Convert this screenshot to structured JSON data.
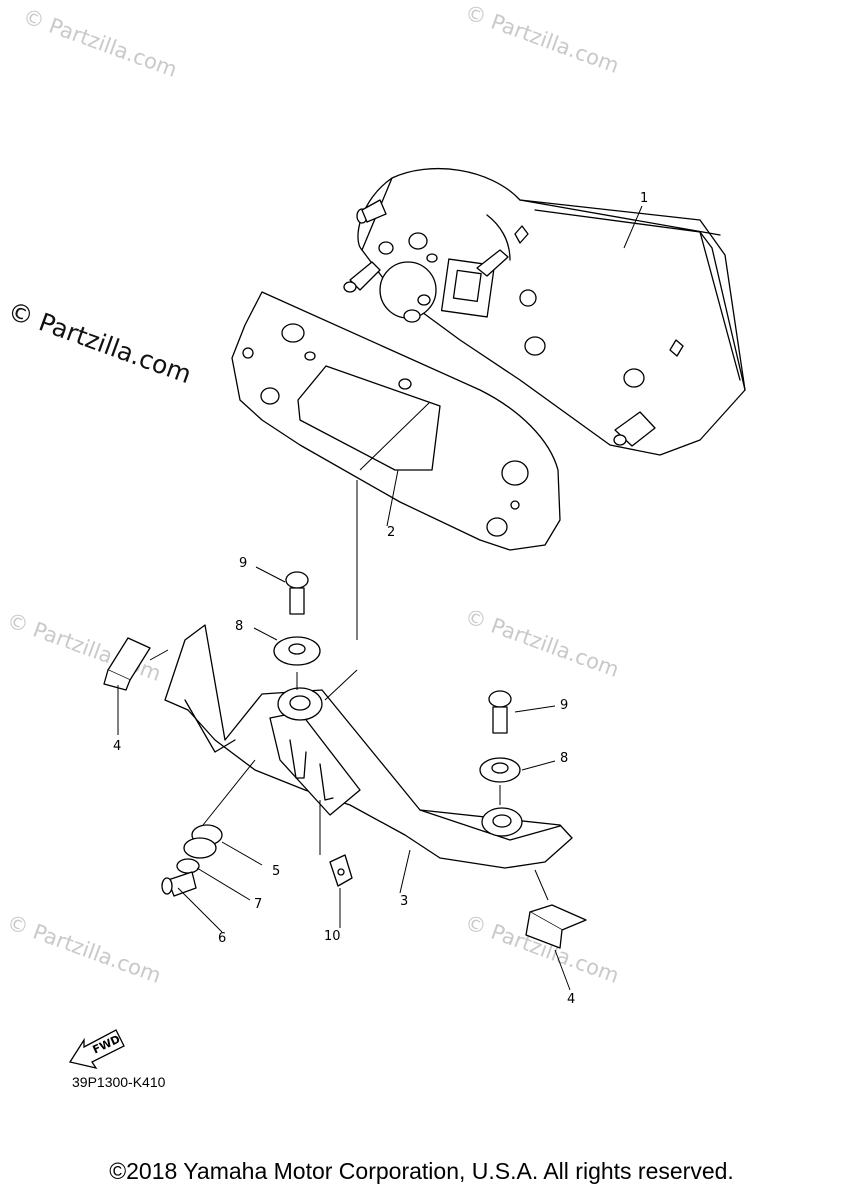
{
  "watermarks": {
    "small": "© Partzilla.com",
    "large": "© Partzilla.com"
  },
  "callouts": {
    "c1": "1",
    "c2": "2",
    "c3": "3",
    "c4a": "4",
    "c4b": "4",
    "c5": "5",
    "c6": "6",
    "c7": "7",
    "c8a": "8",
    "c8b": "8",
    "c9a": "9",
    "c9b": "9",
    "c10": "10"
  },
  "fwd_label": "FWD",
  "part_code": "39P1300-K410",
  "footer": "©2018 Yamaha Motor Corporation, U.S.A. All rights reserved."
}
